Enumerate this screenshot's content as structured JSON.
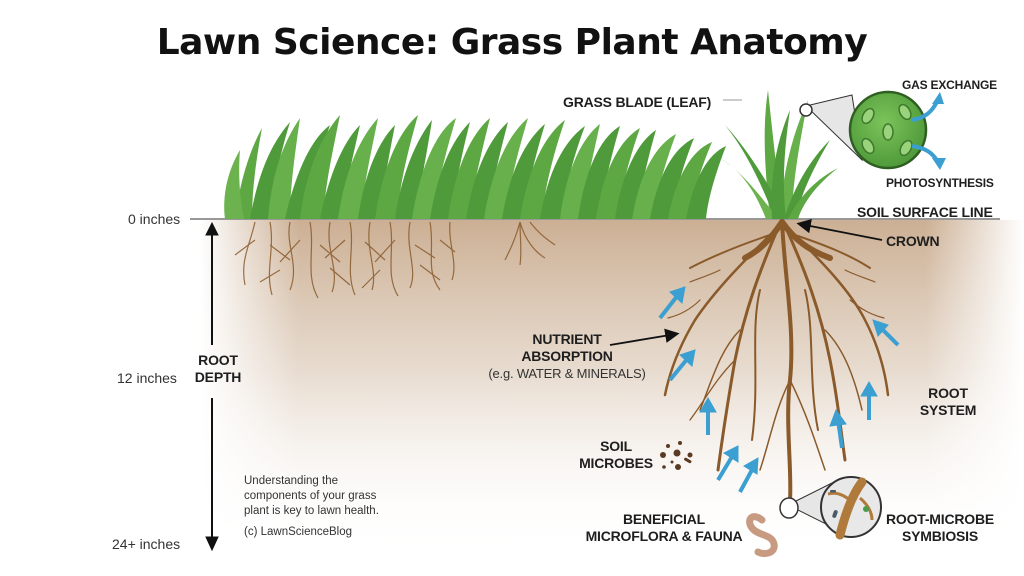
{
  "title": "Lawn Science: Grass Plant Anatomy",
  "labels": {
    "grass_blade": "GRASS BLADE (LEAF)",
    "gas_exchange": "GAS EXCHANGE",
    "photosynthesis": "PHOTOSYNTHESIS",
    "soil_surface_line": "SOIL SURFACE LINE",
    "crown": "CROWN",
    "nutrient_absorption_line1": "NUTRIENT",
    "nutrient_absorption_line2": "ABSORPTION",
    "nutrient_absorption_sub": "(e.g. WATER & MINERALS)",
    "root_system_line1": "ROOT",
    "root_system_line2": "SYSTEM",
    "soil_microbes_line1": "SOIL",
    "soil_microbes_line2": "MICROBES",
    "beneficial_line1": "BENEFICIAL",
    "beneficial_line2": "MICROFLORA & FAUNA",
    "symbiosis_line1": "ROOT-MICROBE",
    "symbiosis_line2": "SYMBIOSIS"
  },
  "depth_scale": {
    "top": "0 inches",
    "middle": "12 inches",
    "bottom": "24+ inches",
    "axis_label_line1": "ROOT",
    "axis_label_line2": "DEPTH"
  },
  "note": {
    "line1": "Understanding the",
    "line2": "components of your grass",
    "line3": "plant is key to lawn health.",
    "credit": "(c) LawnScienceBlog"
  },
  "colors": {
    "grass": "#4f9a3a",
    "grass_light": "#6cb34f",
    "root": "#8a5a2b",
    "soil": "#d9c3ad",
    "arrow_blue": "#3b9fd1",
    "leaf_cell": "#6ab04c"
  }
}
